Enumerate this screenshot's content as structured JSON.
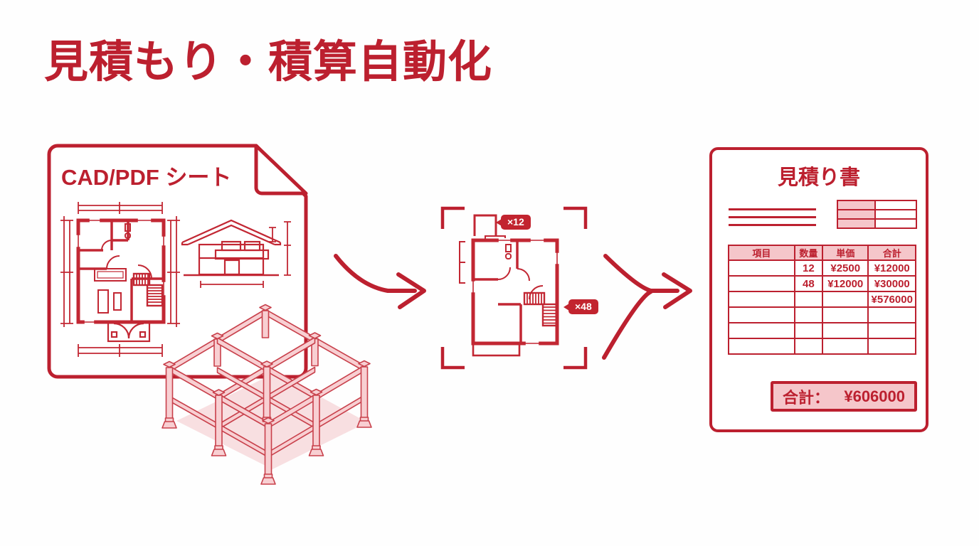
{
  "title": "見積もり・積算自動化",
  "cad_document": {
    "label": "CAD/PDF シート"
  },
  "detection": {
    "badge_top": "×12",
    "badge_right": "×48"
  },
  "estimate": {
    "title": "見積り書",
    "table": {
      "headers": [
        "項目",
        "数量",
        "単価",
        "合計"
      ],
      "rows": [
        [
          "",
          "12",
          "¥2500",
          "¥12000"
        ],
        [
          "",
          "48",
          "¥12000",
          "¥30000"
        ],
        [
          "",
          "",
          "",
          "¥576000"
        ],
        [
          "",
          "",
          "",
          ""
        ],
        [
          "",
          "",
          "",
          ""
        ],
        [
          "",
          "",
          "",
          ""
        ]
      ]
    },
    "total_label": "合計：",
    "total_value": "¥606000"
  },
  "colors": {
    "accent": "#bc202f",
    "line": "#c22733",
    "pink": "#f5c6ca",
    "pink_light": "#f8dfe1",
    "badge": "#c2242f",
    "frame_fill": "#f8cfd2",
    "frame_stroke": "#c8404b"
  }
}
